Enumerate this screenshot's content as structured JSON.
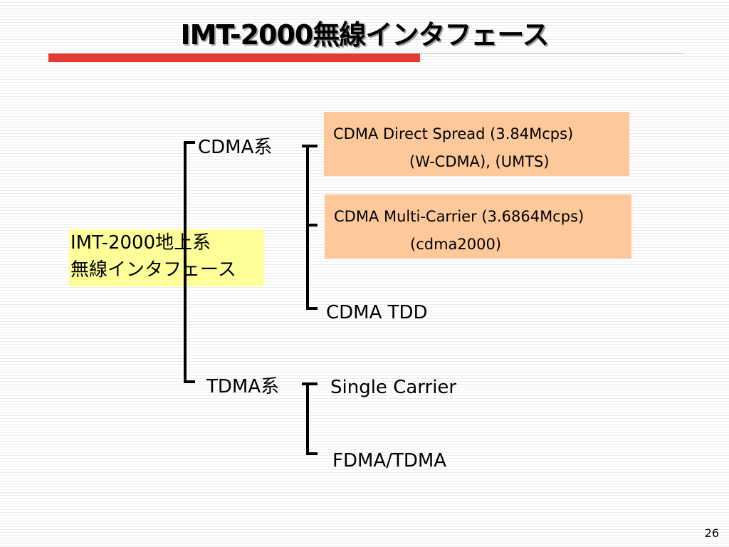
{
  "slide": {
    "title": "IMT-2000無線インタフェース",
    "page_number": "26"
  },
  "diagram": {
    "root": {
      "line1": "IMT-2000地上系",
      "line2": "無線インタフェース"
    },
    "cdma": {
      "label": "CDMA系",
      "direct_spread": {
        "line1": "CDMA Direct Spread (3.84Mcps)",
        "line2": "(W-CDMA), (UMTS)"
      },
      "multi_carrier": {
        "line1": "CDMA Multi-Carrier (3.6864Mcps)",
        "line2": "(cdma2000)"
      },
      "tdd": "CDMA TDD"
    },
    "tdma": {
      "label": "TDMA系",
      "single_carrier": "Single Carrier",
      "fdma_tdma": "FDMA/TDMA"
    },
    "colors": {
      "root_fill": "#ffff99",
      "box_fill": "#fdc99a",
      "title_bar": "#e43b32"
    }
  }
}
